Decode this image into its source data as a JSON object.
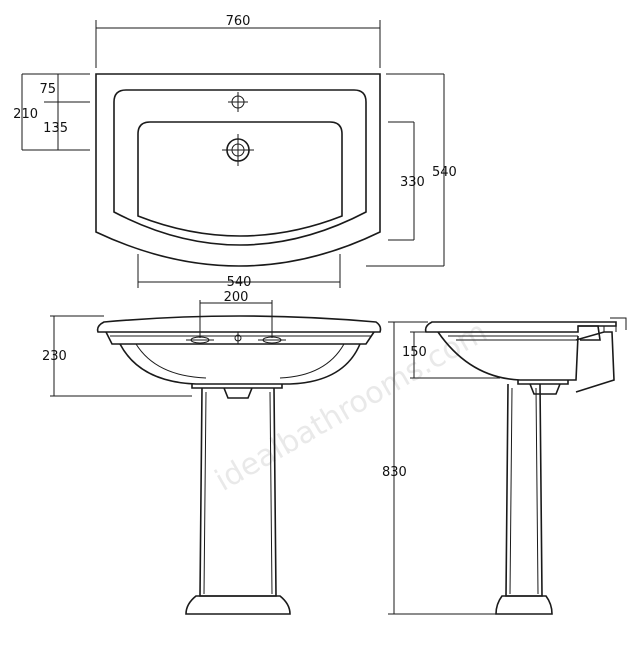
{
  "dimensions": {
    "top_width": "760",
    "top_depth_1": "75",
    "top_depth_total": "210",
    "top_depth_2": "135",
    "bowl_depth": "330",
    "overall_depth": "540",
    "bowl_width": "540",
    "tap_spacing": "200",
    "front_height_basin": "230",
    "side_height_basin": "150",
    "overall_height": "830"
  },
  "watermark": "idealbathrooms.com"
}
